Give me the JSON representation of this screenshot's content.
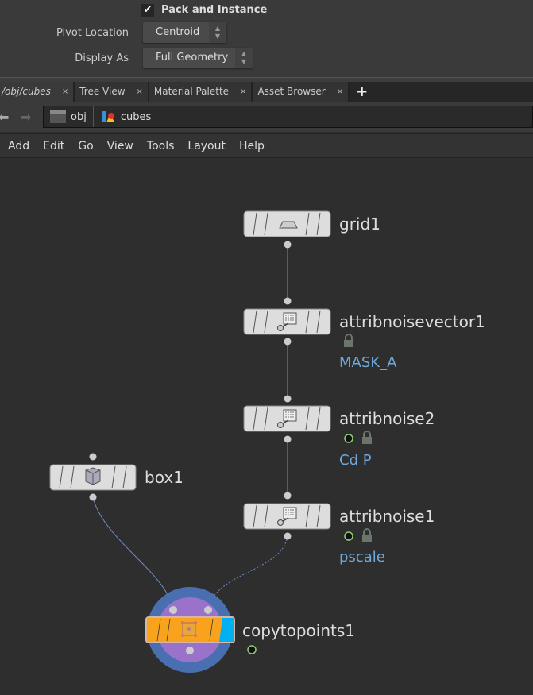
{
  "params": {
    "pack_checked": true,
    "pack_label": "Pack and Instance",
    "pivot_label": "Pivot Location",
    "pivot_value": "Centroid",
    "display_label": "Display As",
    "display_value": "Full Geometry"
  },
  "tabs": [
    {
      "label": "/obj/cubes"
    },
    {
      "label": "Tree View"
    },
    {
      "label": "Material Palette"
    },
    {
      "label": "Asset Browser"
    }
  ],
  "tab_close": "×",
  "tab_add": "+",
  "path": {
    "items": [
      "obj",
      "cubes"
    ]
  },
  "menu": [
    "Add",
    "Edit",
    "Go",
    "View",
    "Tools",
    "Layout",
    "Help"
  ],
  "nodes": {
    "grid1": {
      "name": "grid1"
    },
    "attribnoisevector1": {
      "name": "attribnoisevector1",
      "attr": "MASK_A"
    },
    "attribnoise2": {
      "name": "attribnoise2",
      "attr": "Cd P"
    },
    "attribnoise1": {
      "name": "attribnoise1",
      "attr": "pscale"
    },
    "box1": {
      "name": "box1"
    },
    "copytopoints1": {
      "name": "copytopoints1"
    }
  },
  "colors": {
    "attr_text": "#6fa8dc",
    "node_orange": "#f9a21c",
    "node_blue": "#00b0f0",
    "wire": "#6f8cc4"
  }
}
